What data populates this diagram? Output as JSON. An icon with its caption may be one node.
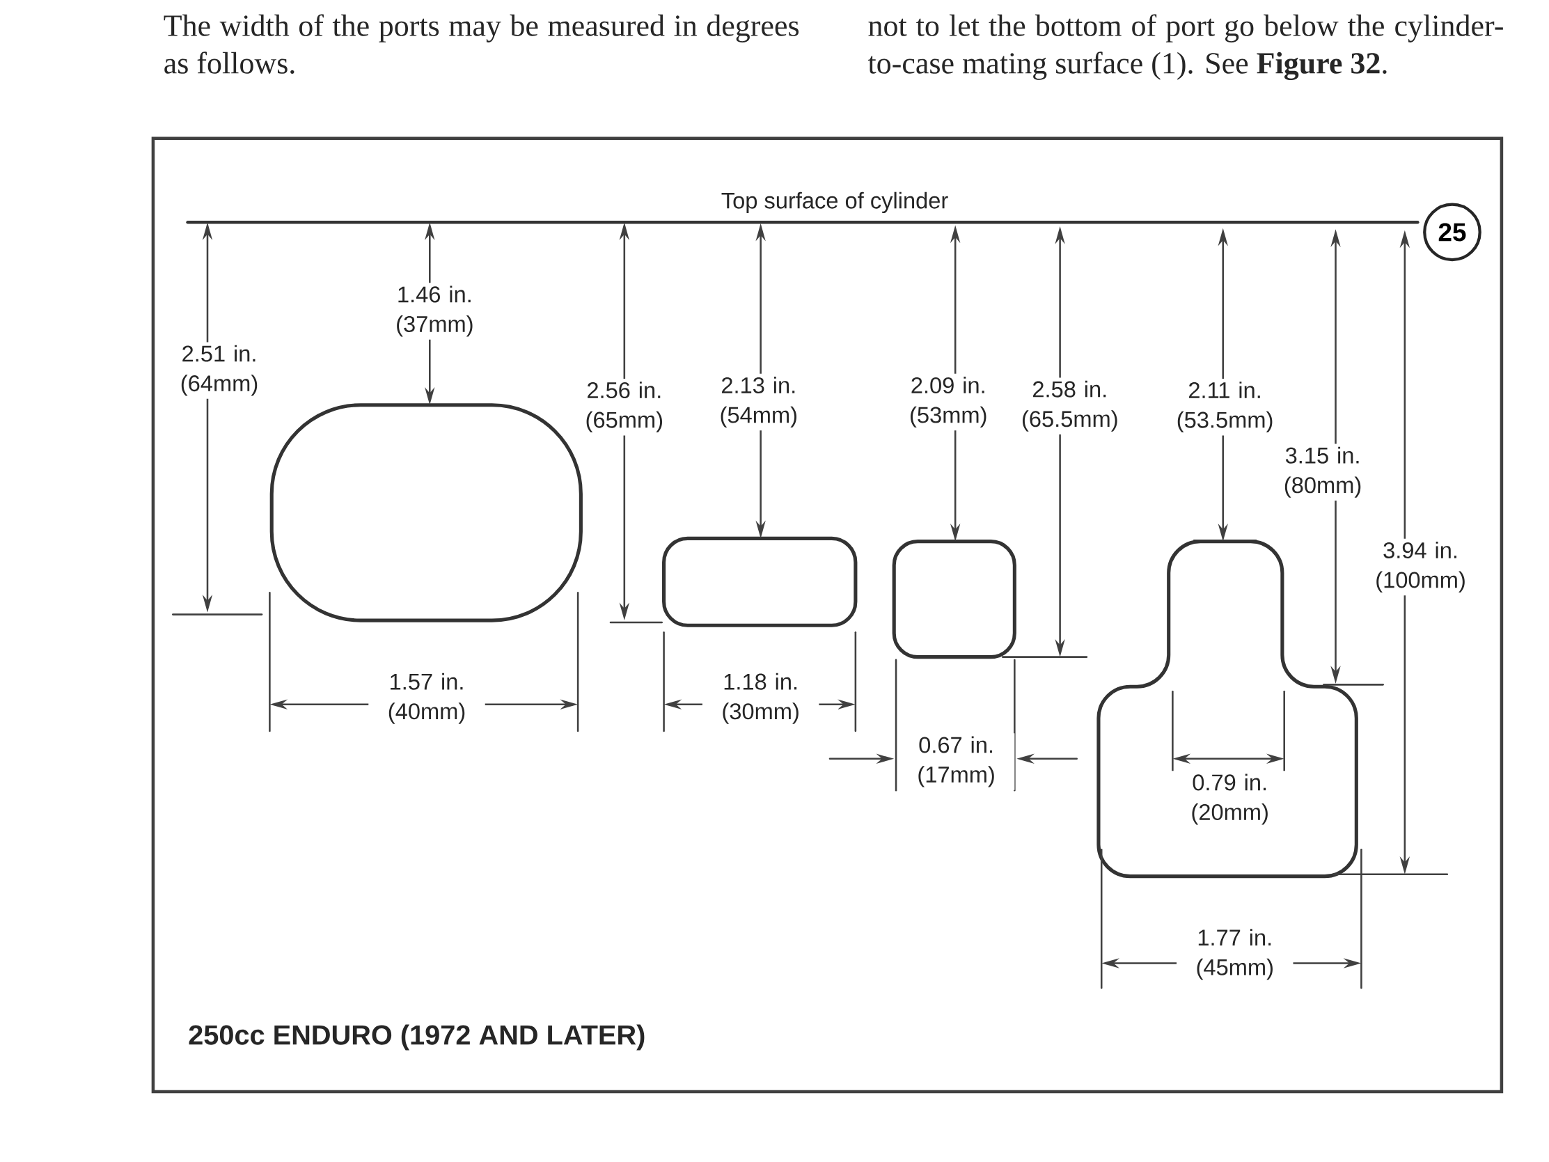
{
  "diagram": {
    "caption": "250cc ENDURO (1972 AND LATER)",
    "nodes": [
      {
        "text": [
          "25"
        ]
      }
    ],
    "labels": [
      "The width of the ports may be measured in degrees as follows.",
      "not to let the bottom of port go below the cylinder-to-case mating surface (1). See **Figure 32**.",
      "Top surface of cylinder",
      "2.51 in. (64mm)",
      "1.46 in. (37mm)",
      "2.56 in. (65mm)",
      "2.13 in. (54mm)",
      "2.09 in. (53mm)",
      "2.58 in. (65.5mm)",
      "2.11 in. (53.5mm)",
      "3.15 in. (80mm)",
      "3.94 in. (100mm)",
      "1.57 in. (40mm)",
      "1.18 in. (30mm)",
      "0.67 in. (17mm)",
      "0.79 in. (20mm)",
      "1.77 in. (45mm)"
    ]
  }
}
